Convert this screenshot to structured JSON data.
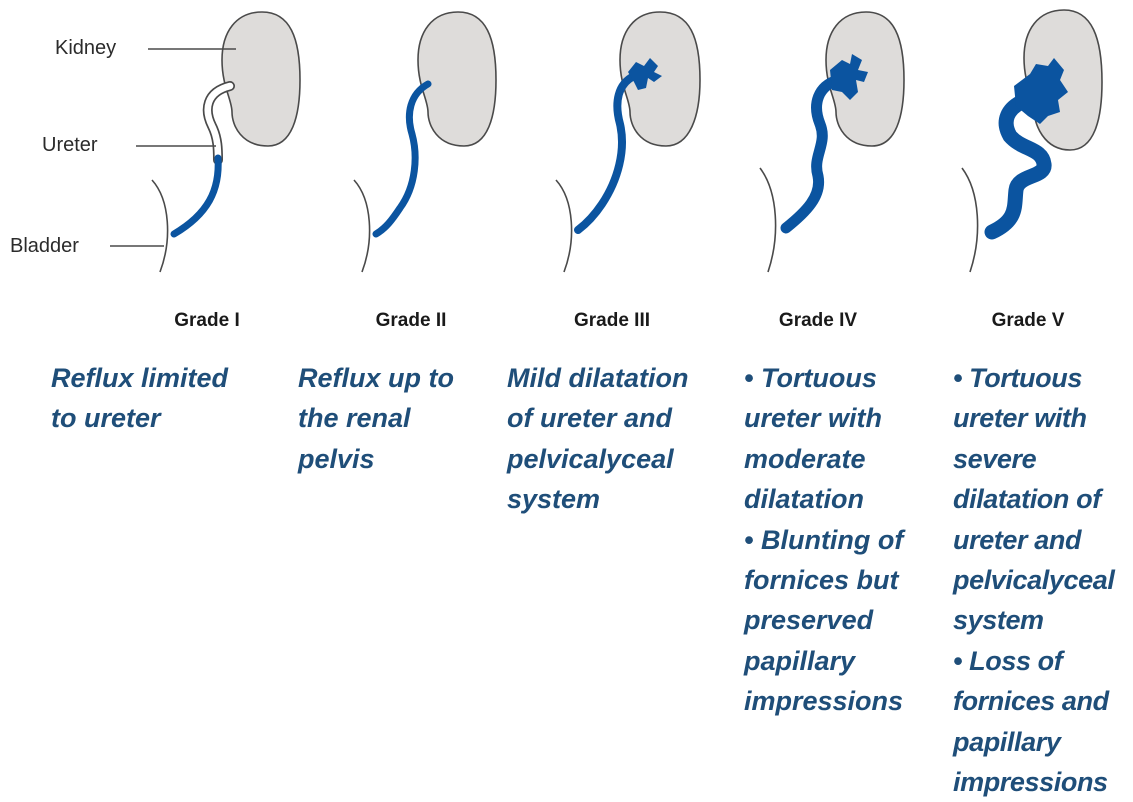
{
  "colors": {
    "reflux": "#0b54a0",
    "kidney_fill": "#dedcda",
    "outline": "#4a4a4a",
    "description_text": "#1f4e79"
  },
  "labels": {
    "kidney": "Kidney",
    "ureter": "Ureter",
    "bladder": "Bladder"
  },
  "grades": [
    {
      "title": "Grade I",
      "description_lines": [
        "Reflux limited",
        "to ureter"
      ]
    },
    {
      "title": "Grade II",
      "description_lines": [
        "Reflux up to",
        "the renal",
        "pelvis"
      ]
    },
    {
      "title": "Grade III",
      "description_lines": [
        "Mild dilatation",
        "of ureter  and",
        "pelvicalyceal",
        "system"
      ]
    },
    {
      "title": "Grade IV",
      "description_lines": [
        "• Tortuous",
        "ureter with",
        "moderate",
        "dilatation",
        "• Blunting of",
        "fornices but",
        "preserved",
        "papillary",
        "impressions"
      ]
    },
    {
      "title": "Grade V",
      "description_lines": [
        "• Tortuous",
        "ureter with",
        "severe",
        "dilatation of",
        "ureter and",
        "pelvicalyceal",
        "system",
        "• Loss of",
        "fornices and",
        "papillary",
        "impressions"
      ]
    }
  ]
}
